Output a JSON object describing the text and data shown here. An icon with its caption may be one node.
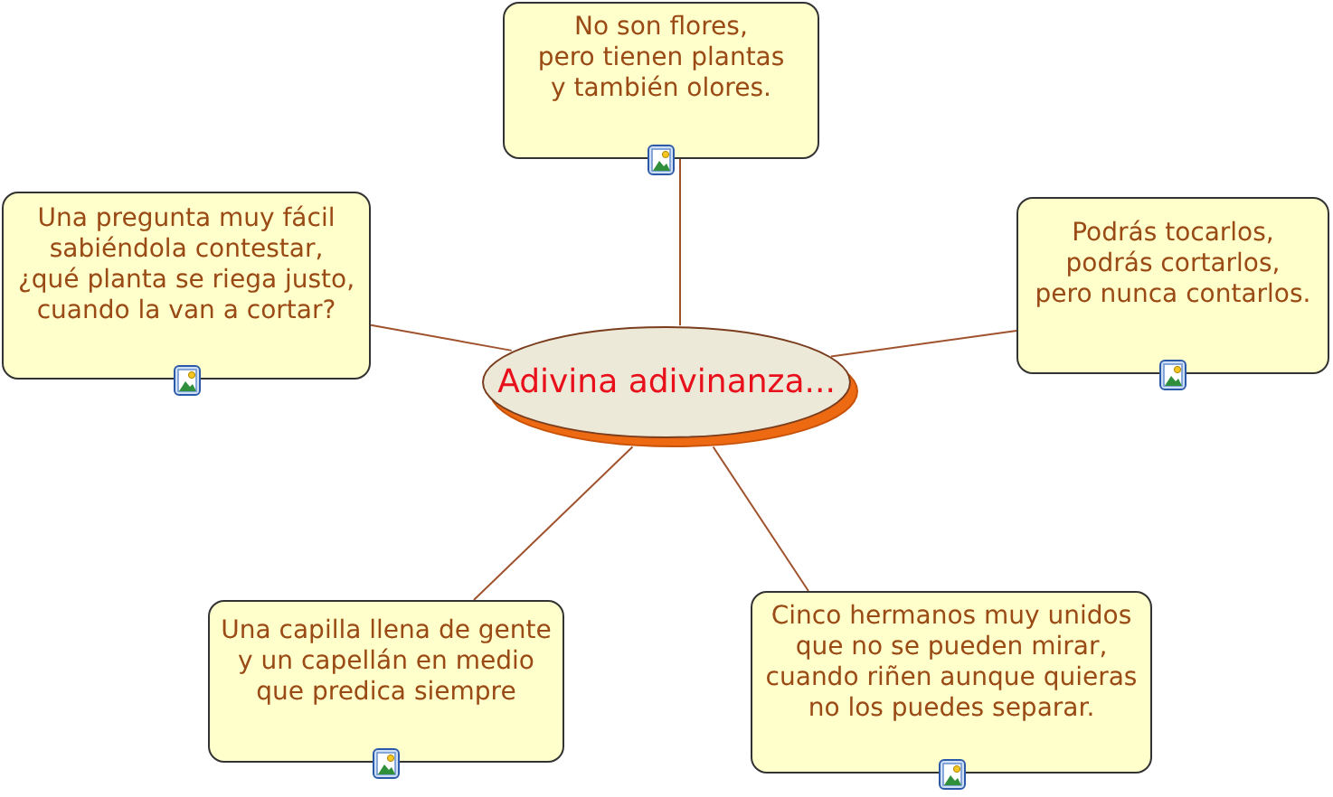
{
  "diagram": {
    "nodes": [
      {
        "text": [
          "No son flores, pero tienen plantas y también olores."
        ]
      },
      {
        "text": [
          "Una pregunta muy fácil sabiéndola contestar, ¿qué planta se riega justo, cuando la van a cortar?"
        ]
      },
      {
        "text": [
          "Podrás tocarlos, podrás cortarlos, pero nunca contarlos."
        ]
      },
      {
        "text": [
          "Adivina adivinanza..."
        ]
      },
      {
        "text": [
          "Una capilla llena de gente y un capellán en medio que predica siempre"
        ]
      },
      {
        "text": [
          "Cinco hermanos muy unidos que no se pueden mirar, cuando riñen aunque quieras no los puedes separar."
        ]
      }
    ],
    "edges": [
      {
        "from": 3,
        "to": 0,
        "arrow": "none"
      },
      {
        "from": 3,
        "to": 1,
        "arrow": "none"
      },
      {
        "from": 3,
        "to": 2,
        "arrow": "none"
      },
      {
        "from": 3,
        "to": 4,
        "arrow": "none"
      },
      {
        "from": 3,
        "to": 5,
        "arrow": "none"
      }
    ]
  }
}
